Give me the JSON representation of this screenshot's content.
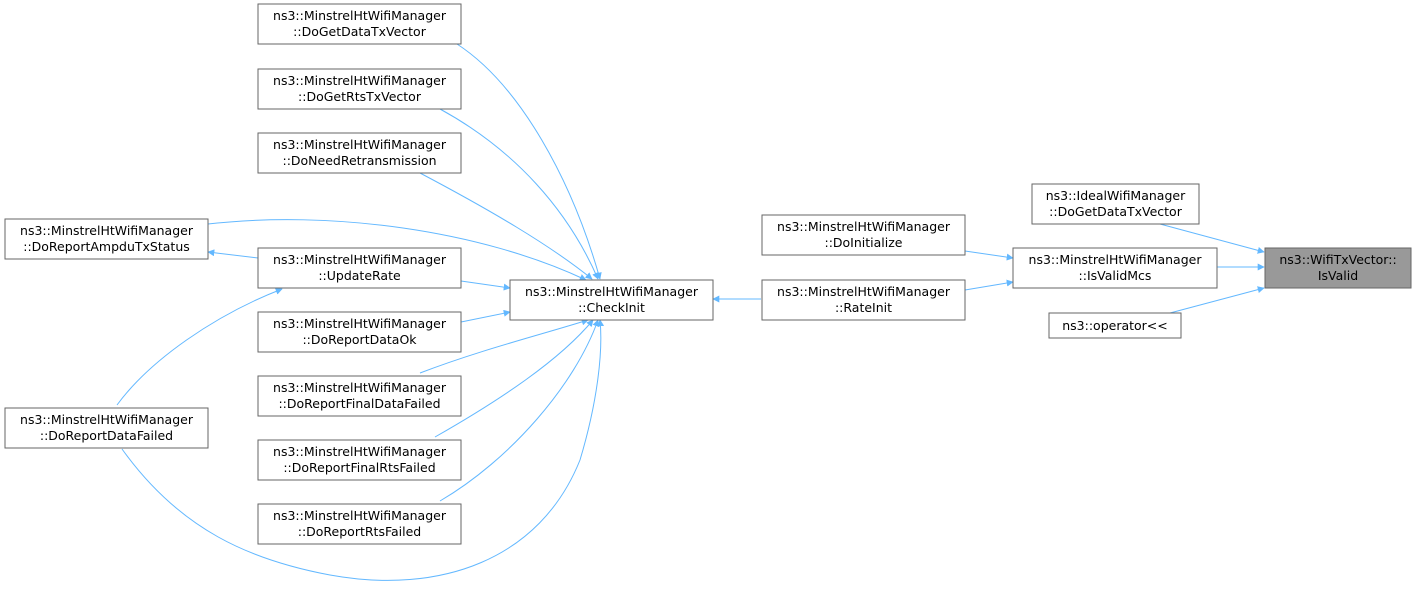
{
  "diagram": {
    "colors": {
      "edge": "#63b8ff",
      "node_border": "#666666",
      "node_fill": "#ffffff",
      "focus_fill": "#999999",
      "text": "#000000"
    },
    "nodes": {
      "getdata": {
        "line1": "ns3::MinstrelHtWifiManager",
        "line2": "::DoGetDataTxVector"
      },
      "getrts": {
        "line1": "ns3::MinstrelHtWifiManager",
        "line2": "::DoGetRtsTxVector"
      },
      "needretx": {
        "line1": "ns3::MinstrelHtWifiManager",
        "line2": "::DoNeedRetransmission"
      },
      "ampdu": {
        "line1": "ns3::MinstrelHtWifiManager",
        "line2": "::DoReportAmpduTxStatus"
      },
      "updaterate": {
        "line1": "ns3::MinstrelHtWifiManager",
        "line2": "::UpdateRate"
      },
      "dataok": {
        "line1": "ns3::MinstrelHtWifiManager",
        "line2": "::DoReportDataOk"
      },
      "finaldata": {
        "line1": "ns3::MinstrelHtWifiManager",
        "line2": "::DoReportFinalDataFailed"
      },
      "datafailed": {
        "line1": "ns3::MinstrelHtWifiManager",
        "line2": "::DoReportDataFailed"
      },
      "finalrts": {
        "line1": "ns3::MinstrelHtWifiManager",
        "line2": "::DoReportFinalRtsFailed"
      },
      "rtsfailed": {
        "line1": "ns3::MinstrelHtWifiManager",
        "line2": "::DoReportRtsFailed"
      },
      "checkinit": {
        "line1": "ns3::MinstrelHtWifiManager",
        "line2": "::CheckInit"
      },
      "doinit": {
        "line1": "ns3::MinstrelHtWifiManager",
        "line2": "::DoInitialize"
      },
      "rateinit": {
        "line1": "ns3::MinstrelHtWifiManager",
        "line2": "::RateInit"
      },
      "ideal": {
        "line1": "ns3::IdealWifiManager",
        "line2": "::DoGetDataTxVector"
      },
      "validmcs": {
        "line1": "ns3::MinstrelHtWifiManager",
        "line2": "::IsValidMcs"
      },
      "operator": {
        "line1": "ns3::operator<<"
      },
      "isvalid": {
        "line1": "ns3::WifiTxVector::",
        "line2": "IsValid"
      }
    }
  }
}
